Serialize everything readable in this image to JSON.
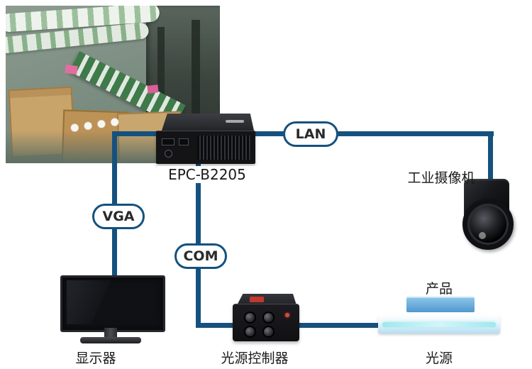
{
  "colors": {
    "line": "#15517e",
    "pill_text": "#2a2a2a",
    "label_text": "#1a1a1a"
  },
  "device": {
    "label": "EPC-B2205"
  },
  "camera": {
    "label": "工业摄像机"
  },
  "monitor": {
    "label": "显示器"
  },
  "controller": {
    "label": "光源控制器"
  },
  "light": {
    "label": "光源"
  },
  "product": {
    "label": "产品"
  },
  "connections": [
    {
      "id": "lan",
      "label": "LAN"
    },
    {
      "id": "vga",
      "label": "VGA"
    },
    {
      "id": "com",
      "label": "COM"
    }
  ]
}
